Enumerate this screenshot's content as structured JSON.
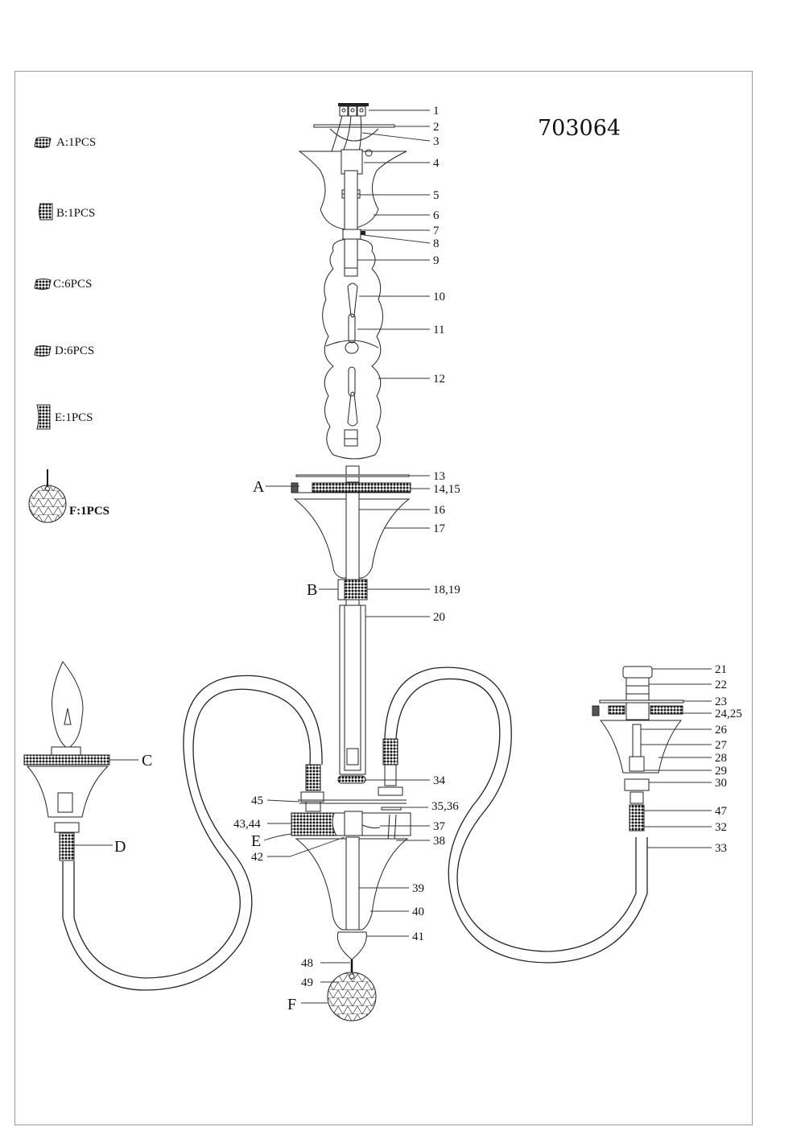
{
  "document": {
    "model_number": "703064",
    "type": "exploded assembly diagram"
  },
  "legend": [
    {
      "key": "A",
      "qty_label": "A:1PCS",
      "icon": "crystal-strip-icon"
    },
    {
      "key": "B",
      "qty_label": "B:1PCS",
      "icon": "crystal-block-icon"
    },
    {
      "key": "C",
      "qty_label": "C:6PCS",
      "icon": "crystal-strip-icon"
    },
    {
      "key": "D",
      "qty_label": "D:6PCS",
      "icon": "crystal-strip-icon"
    },
    {
      "key": "E",
      "qty_label": "E:1PCS",
      "icon": "crystal-panel-icon"
    },
    {
      "key": "F",
      "qty_label": "F:1PCS",
      "icon": "crystal-ball-icon"
    }
  ],
  "callouts_right": [
    "1",
    "2",
    "3",
    "4",
    "5",
    "6",
    "7",
    "8",
    "9",
    "10",
    "11",
    "12",
    "13",
    "14,15",
    "16",
    "17",
    "18,19",
    "20",
    "21",
    "22",
    "23",
    "24,25",
    "26",
    "27",
    "28",
    "29",
    "30",
    "47",
    "32",
    "33",
    "34",
    "35,36",
    "37",
    "38",
    "39",
    "40",
    "41"
  ],
  "callouts_left": [
    "45",
    "43,44",
    "42",
    "48",
    "49"
  ],
  "letter_markers": [
    "A",
    "B",
    "C",
    "D",
    "E",
    "F"
  ]
}
